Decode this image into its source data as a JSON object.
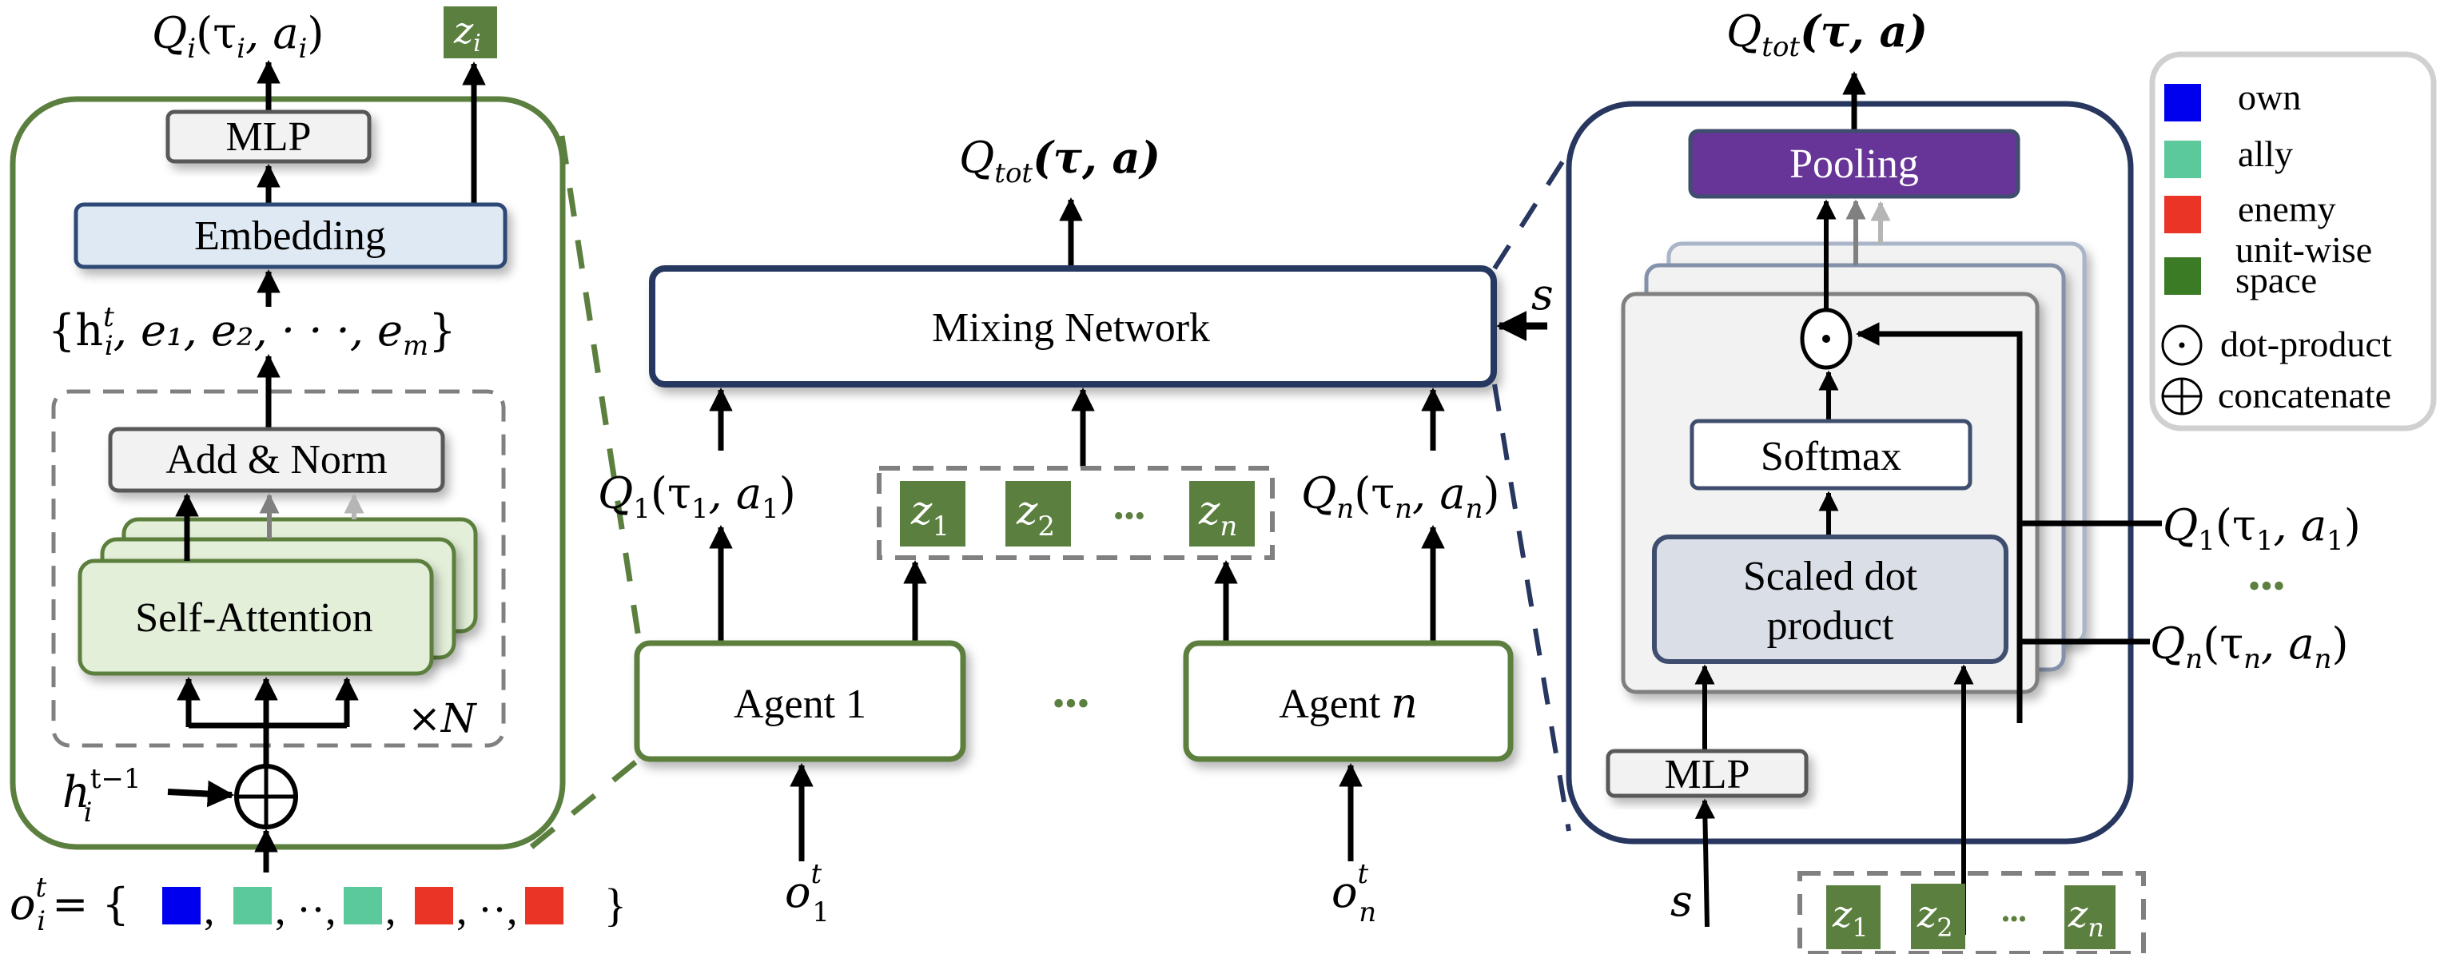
{
  "colors": {
    "agent_green": "#5b7f3e",
    "navy": "#27375f",
    "pooling_purple": "#673597",
    "embedding_fill": "#dfe9f4",
    "self_attention_fill": "#e3efd9",
    "scaled_dot_fill": "#dadfe7",
    "box_gray_fill": "#f2f2f2",
    "dashed_gray": "#808080",
    "own": "#0000ee",
    "ally": "#5bc99c",
    "enemy": "#e93426",
    "unit_wise_space": "#3c7b25"
  },
  "left_panel": {
    "q_output": {
      "main": "Q",
      "sub": "i",
      "args": "(τ",
      "args_sub": "i",
      "mid": ", a",
      "mid_sub": "i",
      "close": ")"
    },
    "z_output": {
      "main": "z",
      "sub": "i"
    },
    "mlp_label": "MLP",
    "embedding_label": "Embedding",
    "token_set": "{h",
    "token_set_sup": "t",
    "token_set_sub": "i",
    "token_set_rest": ", e₁, e₂, · · ·, e",
    "token_set_rest_sub": "m",
    "token_set_close": "}",
    "add_norm_label": "Add & Norm",
    "self_attention_label": "Self-Attention",
    "repeat_label": "×N",
    "hidden_prev": {
      "main": "h",
      "sup": "t−1",
      "sub": "i"
    },
    "concat_symbol": "concatenate",
    "observation": {
      "lhs": "o",
      "lhs_sup": "t",
      "lhs_sub": "i",
      "equals": "= {",
      "close": "}",
      "items": [
        {
          "type": "own",
          "sep": ","
        },
        {
          "type": "ally",
          "sep": ", ··,"
        },
        {
          "type": "ally",
          "sep": ","
        },
        {
          "type": "enemy",
          "sep": ", ··,"
        },
        {
          "type": "enemy",
          "sep": ""
        }
      ]
    }
  },
  "middle_panel": {
    "q_tot": {
      "main": "Q",
      "sub": "tot",
      "args": "(τ, a)"
    },
    "mixing_label": "Mixing Network",
    "state_label": "s",
    "q1": {
      "main": "Q",
      "sub": "1",
      "args": "(τ",
      "args_sub": "1",
      "mid": ", a",
      "mid_sub": "1",
      "close": ")"
    },
    "qn": {
      "main": "Q",
      "sub": "n",
      "args": "(τ",
      "args_sub": "n",
      "mid": ", a",
      "mid_sub": "n",
      "close": ")"
    },
    "z_items": [
      {
        "main": "z",
        "sub": "1"
      },
      {
        "main": "z",
        "sub": "2"
      },
      {
        "main": "z",
        "sub": "n"
      }
    ],
    "ellipsis": "•••",
    "agents": [
      {
        "label": "Agent 1",
        "obs": "o",
        "obs_sup": "t",
        "obs_sub": "1"
      },
      {
        "label": "Agent ",
        "label_italic": "n",
        "obs": "o",
        "obs_sup": "t",
        "obs_sub": "n"
      }
    ]
  },
  "right_panel": {
    "q_tot": {
      "main": "Q",
      "sub": "tot",
      "args": "(τ, a)"
    },
    "pooling_label": "Pooling",
    "softmax_label": "Softmax",
    "scaled_dot_line1": "Scaled dot",
    "scaled_dot_line2": "product",
    "mlp_label": "MLP",
    "state_label": "s",
    "q1": {
      "main": "Q",
      "sub": "1",
      "args": "(τ",
      "args_sub": "1",
      "mid": ", a",
      "mid_sub": "1",
      "close": ")"
    },
    "qn": {
      "main": "Q",
      "sub": "n",
      "args": "(τ",
      "args_sub": "n",
      "mid": ", a",
      "mid_sub": "n",
      "close": ")"
    },
    "ellipsis": "•••",
    "z_items": [
      {
        "main": "z",
        "sub": "1"
      },
      {
        "main": "z",
        "sub": "2"
      },
      {
        "main": "z",
        "sub": "n"
      }
    ],
    "z_ellipsis": "•••"
  },
  "legend": {
    "items": [
      {
        "key": "own",
        "label": "own"
      },
      {
        "key": "ally",
        "label": "ally"
      },
      {
        "key": "enemy",
        "label": "enemy"
      },
      {
        "key": "unit_wise_space",
        "label": "unit-wise",
        "label2": "space"
      }
    ],
    "dot_product_label": "dot-product",
    "concatenate_label": "concatenate"
  }
}
